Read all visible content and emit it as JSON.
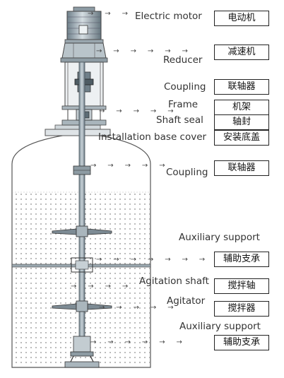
{
  "labels": [
    {
      "en": "Electric motor",
      "cn": "电动机"
    },
    {
      "en": "Reducer",
      "cn": "减速机"
    },
    {
      "en": "Coupling",
      "cn": "联轴器"
    },
    {
      "en": "Frame",
      "cn": "机架"
    },
    {
      "en": "Shaft seal",
      "cn": "轴封"
    },
    {
      "en": "Installation base cover",
      "cn": "安装底盖"
    },
    {
      "en": "Coupling",
      "cn": "联轴器"
    },
    {
      "en": "Auxiliary support",
      "cn": "辅助支承"
    },
    {
      "en": "Agitation shaft",
      "cn": "搅拌轴"
    },
    {
      "en": "Agitator",
      "cn": "搅拌器"
    },
    {
      "en": "Auxiliary support",
      "cn": "辅助支承"
    }
  ],
  "arrow_glyph": "→"
}
